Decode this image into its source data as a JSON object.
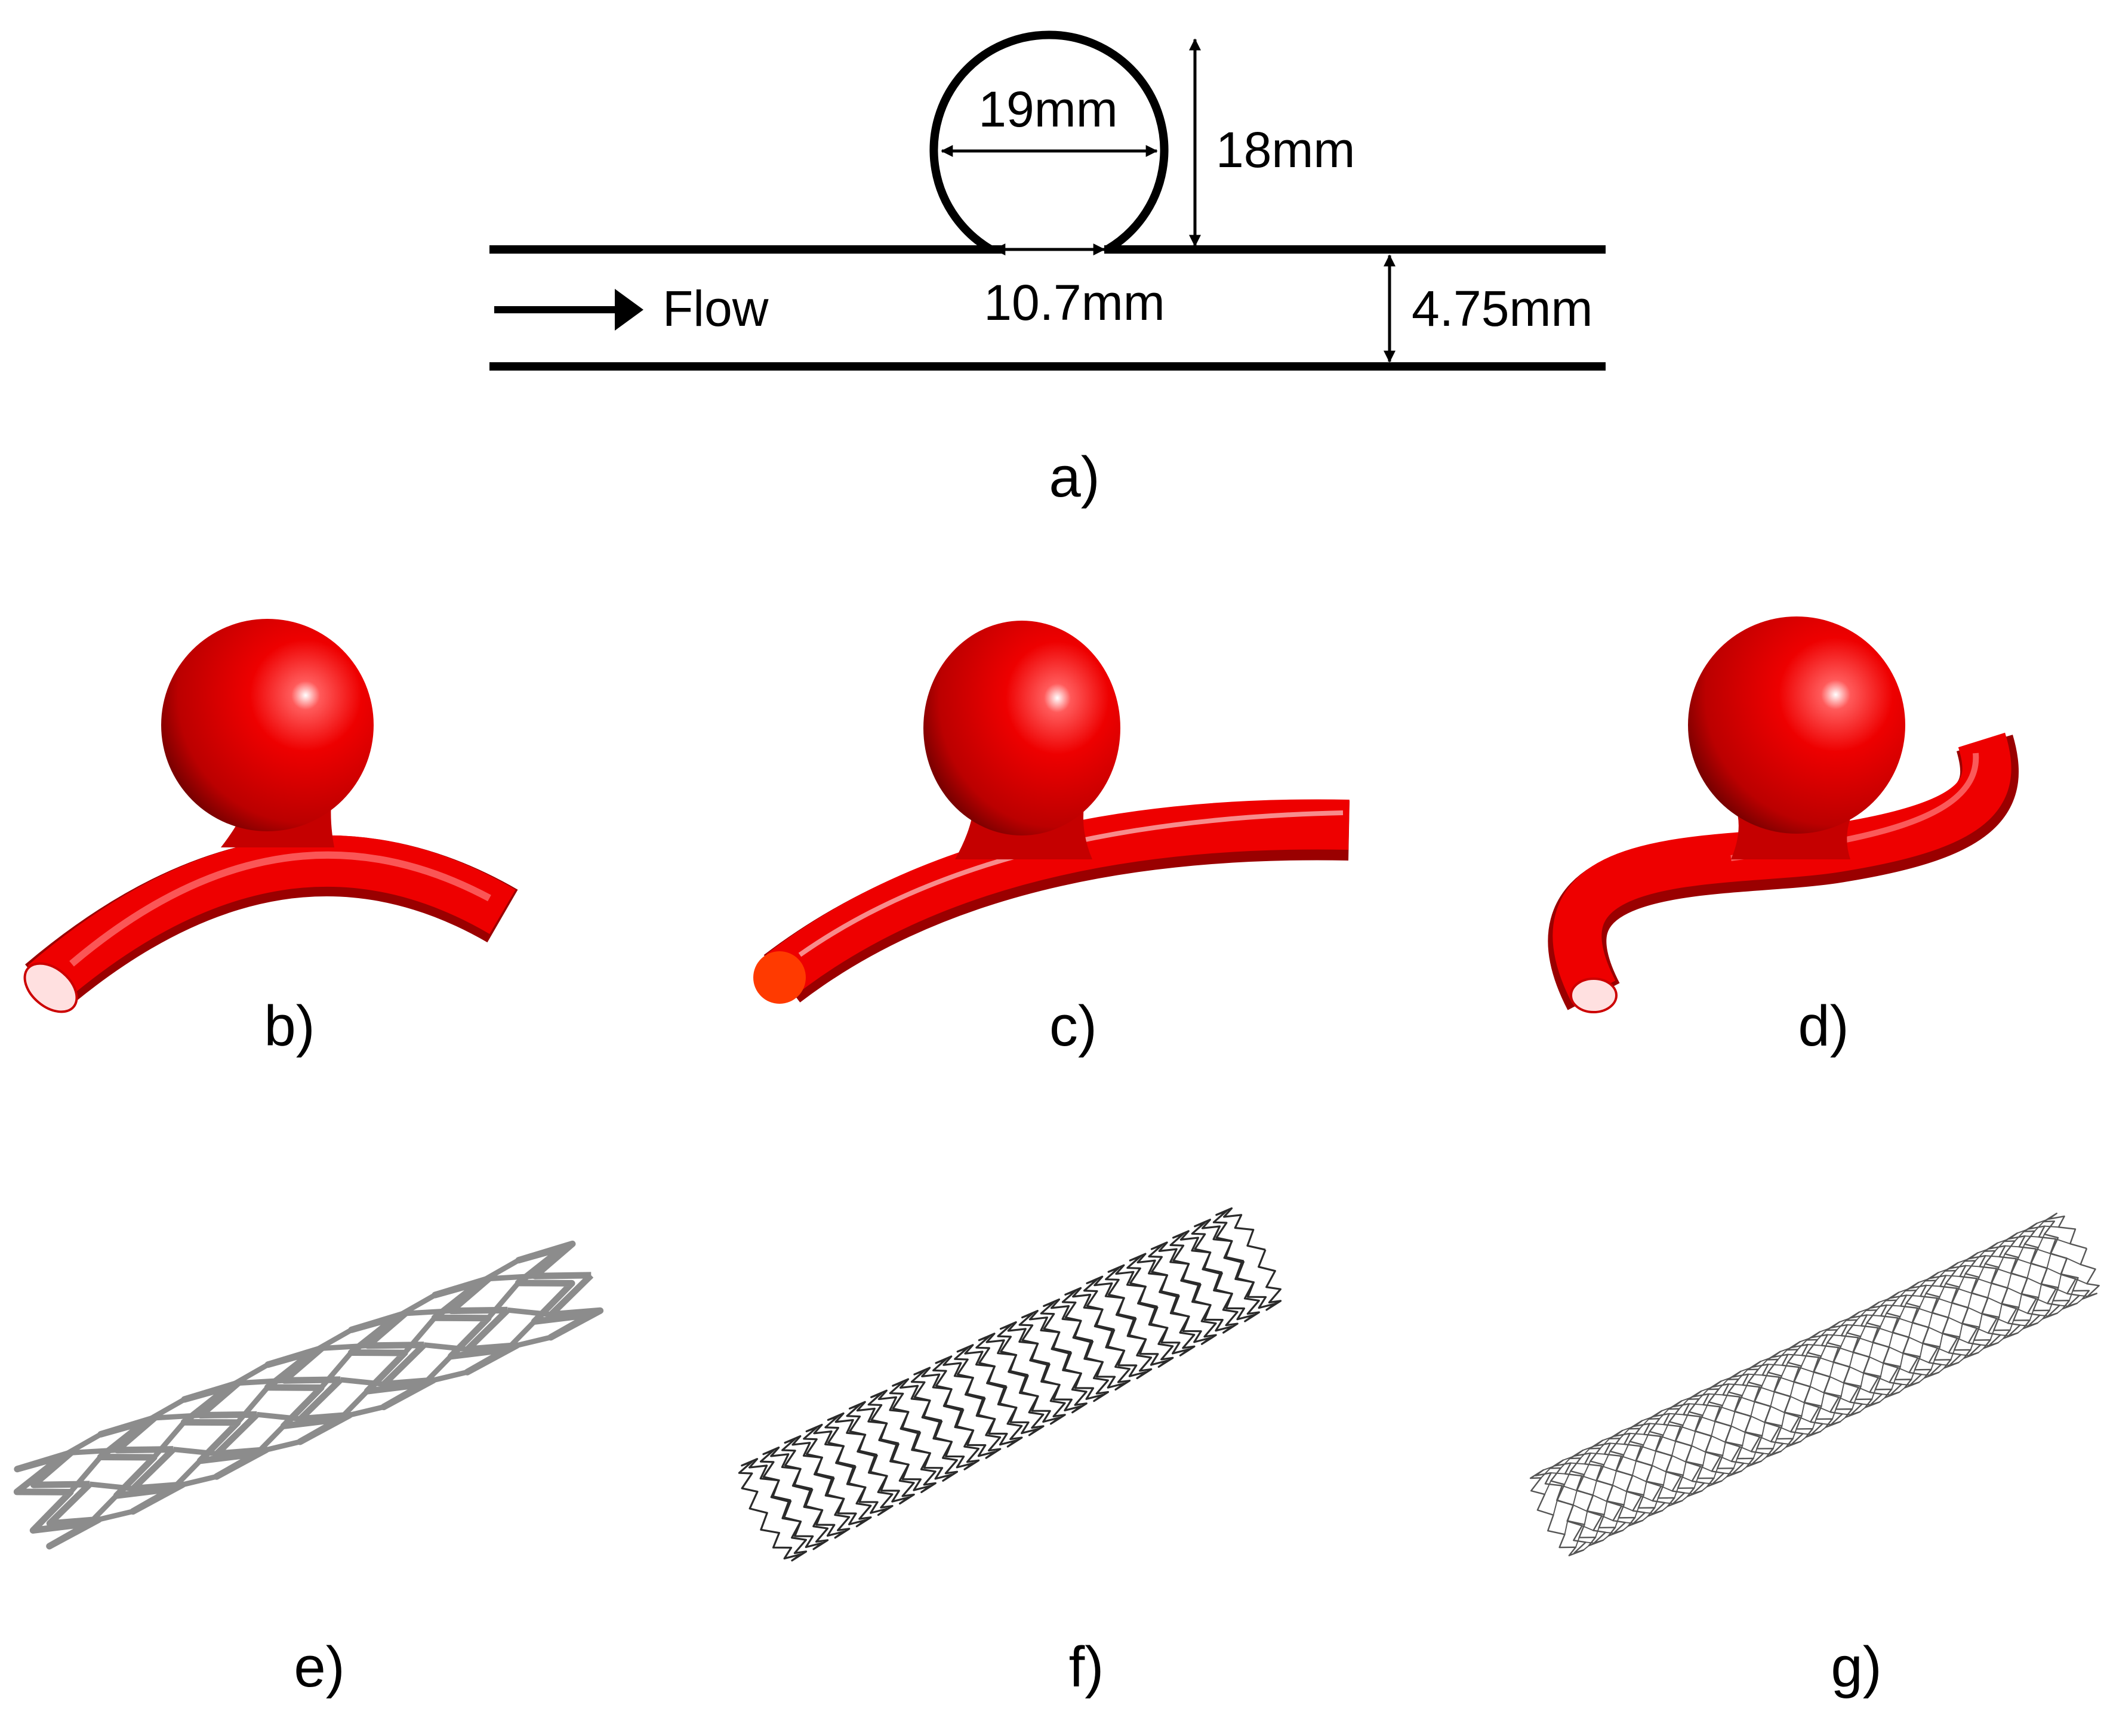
{
  "colors": {
    "ink": "#000000",
    "vessel_red": "#ee0000",
    "vessel_dark": "#8a0000",
    "stent_metal": "#8c8c8c",
    "stent_wire": "#2a2a2a"
  },
  "diagram_a": {
    "dim_diameter": "19mm",
    "dim_height": "18mm",
    "dim_neck": "10.7mm",
    "dim_vessel": "4.75mm",
    "flow_label": "Flow"
  },
  "panels": {
    "a": "a)",
    "b": "b)",
    "c": "c)",
    "d": "d)",
    "e": "e)",
    "f": "f)",
    "g": "g)"
  }
}
